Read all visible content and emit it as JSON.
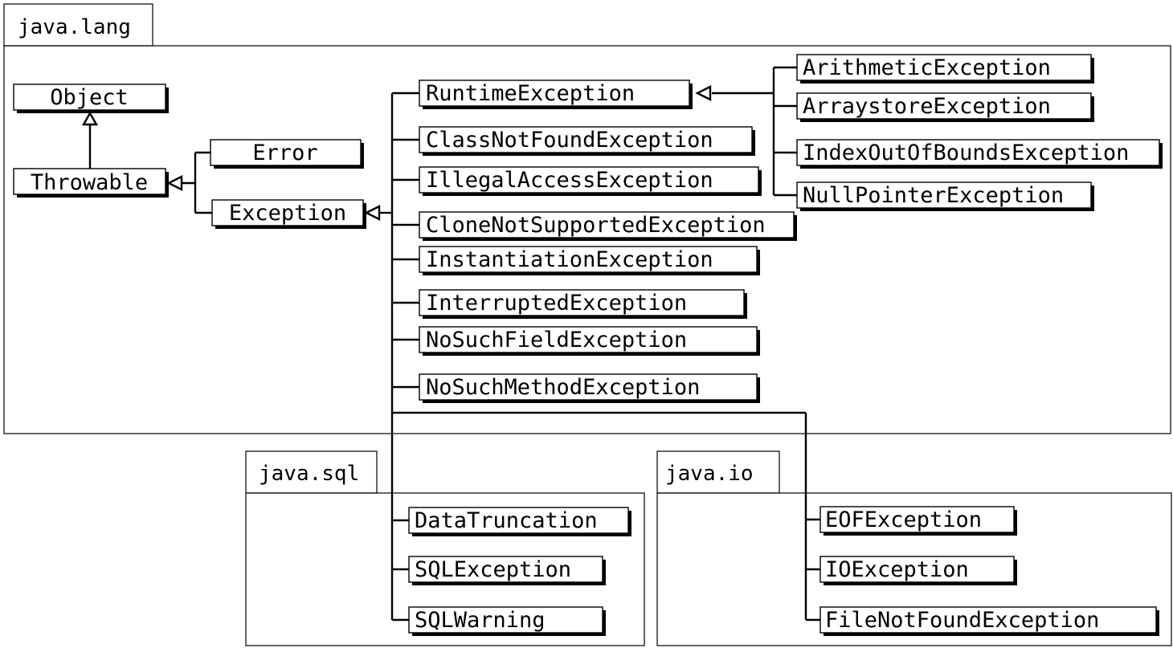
{
  "packages": {
    "lang": "java.lang",
    "sql": "java.sql",
    "io": "java.io"
  },
  "classes": {
    "object": "Object",
    "throwable": "Throwable",
    "error": "Error",
    "exception": "Exception",
    "runtime": "RuntimeException",
    "classnotfound": "ClassNotFoundException",
    "illegalaccess": "IllegalAccessException",
    "clonenotsupported": "CloneNotSupportedException",
    "instantiation": "InstantiationException",
    "interrupted": "InterruptedException",
    "nosuchfield": "NoSuchFieldException",
    "nosuchmethod": "NoSuchMethodException",
    "arithmetic": "ArithmeticException",
    "arraystore": "ArraystoreException",
    "indexoutofbounds": "IndexOutOfBoundsException",
    "nullpointer": "NullPointerException",
    "datatruncation": "DataTruncation",
    "sqlexception": "SQLException",
    "sqlwarning": "SQLWarning",
    "eof": "EOFException",
    "ioexception": "IOException",
    "filenotfound": "FileNotFoundException"
  }
}
